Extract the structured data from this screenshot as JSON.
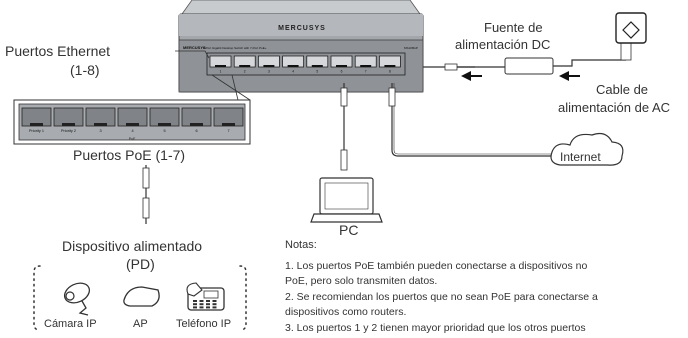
{
  "switch": {
    "brand": "MERCUSYS",
    "front_brand": "MERCUSYS",
    "front_model_text": "8-Port Gigabit Desktop Switch with 7-Port PoE+",
    "model_tag": "MS108GP",
    "port_labels": [
      "1",
      "2",
      "3",
      "4",
      "5",
      "6",
      "7",
      "8"
    ],
    "priority_labels": [
      "Priority 1",
      "Priority 2"
    ],
    "poe_mark": "PoE"
  },
  "labels": {
    "ethernet_ports": "Puertos Ethernet",
    "ethernet_range": "(1-8)",
    "poe_ports": "Puertos PoE (1-7)",
    "power_supply_line1": "Fuente de",
    "power_supply_line2": "alimentación DC",
    "ac_cable_line1": "Cable de",
    "ac_cable_line2": "alimentación de AC",
    "internet": "Internet",
    "pc": "PC",
    "pd_line1": "Dispositivo alimentado",
    "pd_line2": "(PD)",
    "ip_camera": "Cámara IP",
    "ap": "AP",
    "ip_phone": "Teléfono IP"
  },
  "notes": {
    "title": "Notas:",
    "lines": [
      "1. Los puertos PoE también pueden conectarse a dispositivos no",
      "PoE, pero solo transmiten datos.",
      "2. Se recomiendan los puertos que no sean PoE para conectarse a",
      "dispositivos como routers.",
      "3. Los puertos 1 y 2 tienen mayor prioridad que los otros puertos"
    ]
  },
  "colors": {
    "switch_body": "#8c8f93",
    "switch_top": "#b9bcc0",
    "port_fill": "#6f7276",
    "port_border": "#222222",
    "line": "#333333",
    "text": "#333333"
  },
  "icons": [
    "outlet-icon",
    "power-adapter-icon",
    "arrow-left-icon",
    "cloud-icon",
    "laptop-icon",
    "ethernet-plug-icon",
    "ip-camera-icon",
    "access-point-icon",
    "ip-phone-icon"
  ]
}
